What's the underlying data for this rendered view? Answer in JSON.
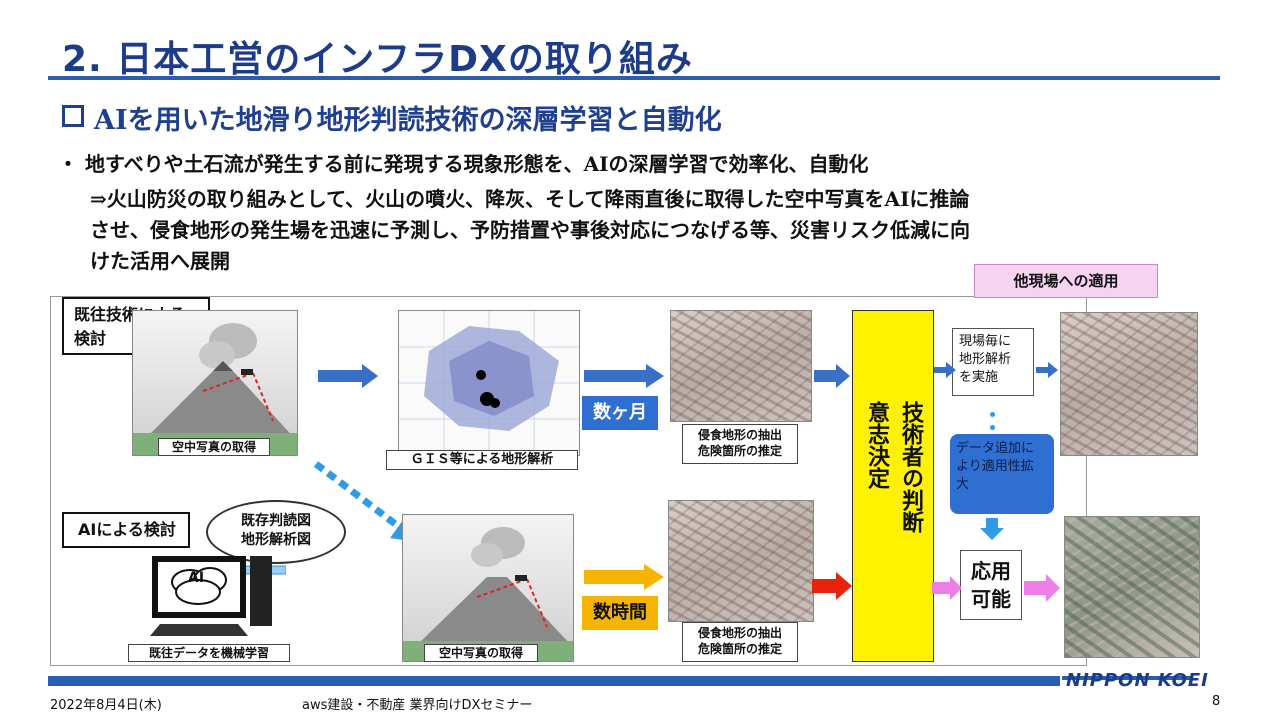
{
  "header": {
    "title": "2. 日本工営のインフラDXの取り組み",
    "section": "AIを用いた地滑り地形判読技術の深層学習と自動化"
  },
  "body": {
    "bullet_mark": "・",
    "bullet": "地すべりや土石流が発生する前に発現する現象形態を、AIの深層学習で効率化、自動化",
    "para_lines": [
      "⇒火山防災の取り組みとして、火山の噴火、降灰、そして降雨直後に取得した空中写真をAIに推論",
      "させ、侵食地形の発生場を迅速に予測し、予防措置や事後対応につなげる等、災害リスク低減に向",
      "けた活用へ展開"
    ]
  },
  "diagram": {
    "existing_method": "既往技術による検討",
    "ai_method": "AIによる検討",
    "speech_bubble": "既存判読図\n地形解析図",
    "ai_label": "AI",
    "caption_aerial_top": "空中写真の取得",
    "caption_gis": "ＧＩＳ等による地形解析",
    "caption_erosion_top": "侵食地形の抽出\n危険箇所の推定",
    "caption_ml": "既往データを機械学習",
    "caption_aerial_bottom": "空中写真の取得",
    "caption_erosion_bottom": "侵食地形の抽出\n危険箇所の推定",
    "time_months": "数ヶ月",
    "time_hours": "数時間",
    "engineer_decision": "技術者の判断\n意志決定",
    "other_sites_title": "他現場への適用",
    "per_site_analysis": "現場毎に\n地形解析\nを実施",
    "data_add": "データ追加に\nより適用性拡\n大",
    "applicable": "応用\n可能"
  },
  "footer": {
    "date": "2022年8月4日(木)",
    "event": "aws建設・不動産 業界向けDXセミナー",
    "company": "NIPPON KOEI",
    "page": "8"
  },
  "colors": {
    "title_blue": "#1c3c8a",
    "rule_blue": "#2a5db0",
    "arrow_blue": "#3a6fc8",
    "arrow_orange": "#f5b400",
    "arrow_red": "#e8230c",
    "arrow_pink": "#ee7de8",
    "decision_yellow": "#fff200"
  }
}
